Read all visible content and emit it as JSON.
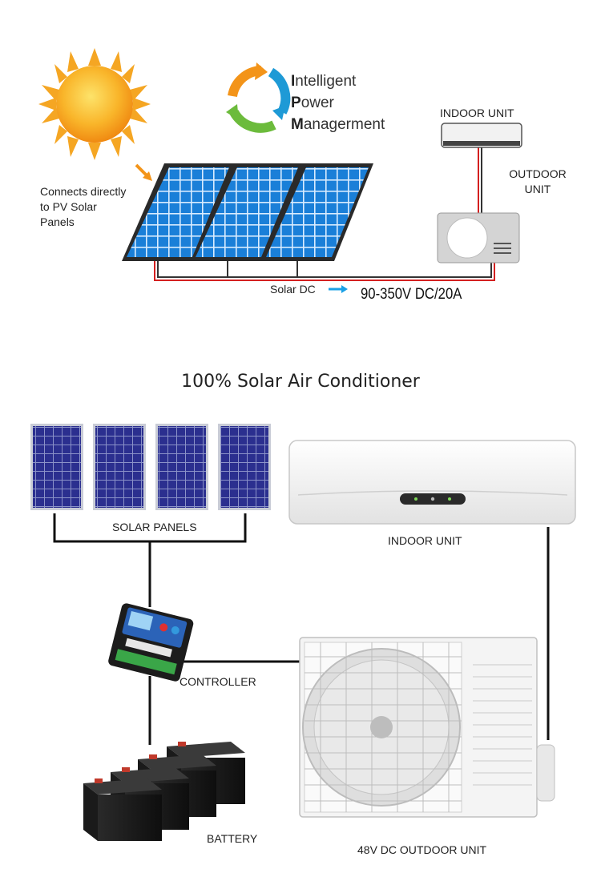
{
  "top_diagram": {
    "logo_lines": [
      {
        "first": "I",
        "rest": "ntelligent"
      },
      {
        "first": "P",
        "rest": "ower"
      },
      {
        "first": "M",
        "rest": "anagerment"
      }
    ],
    "connects_note": "Connects directly\nto PV Solar\nPanels",
    "indoor_unit": "INDOOR UNIT",
    "outdoor_unit": "OUTDOOR\nUNIT",
    "solar_dc": "Solar DC",
    "spec": "90-350V DC/20A"
  },
  "bottom_diagram": {
    "title": "100% Solar Air Conditioner",
    "solar_panels": "SOLAR PANELS",
    "indoor_unit": "INDOOR UNIT",
    "controller": "CONTROLLER",
    "battery": "BATTERY",
    "outdoor_unit": "48V DC OUTDOOR UNIT"
  },
  "colors": {
    "sun": "#f7a21b",
    "panel_blue": "#1a7fd8",
    "panel_dark_blue": "#2b2f8f",
    "wire_red": "#d42020",
    "logo_orange": "#f39419",
    "logo_blue": "#1e9ad6",
    "logo_green": "#6cbb3c",
    "arrow_blue": "#1aa0e6"
  }
}
